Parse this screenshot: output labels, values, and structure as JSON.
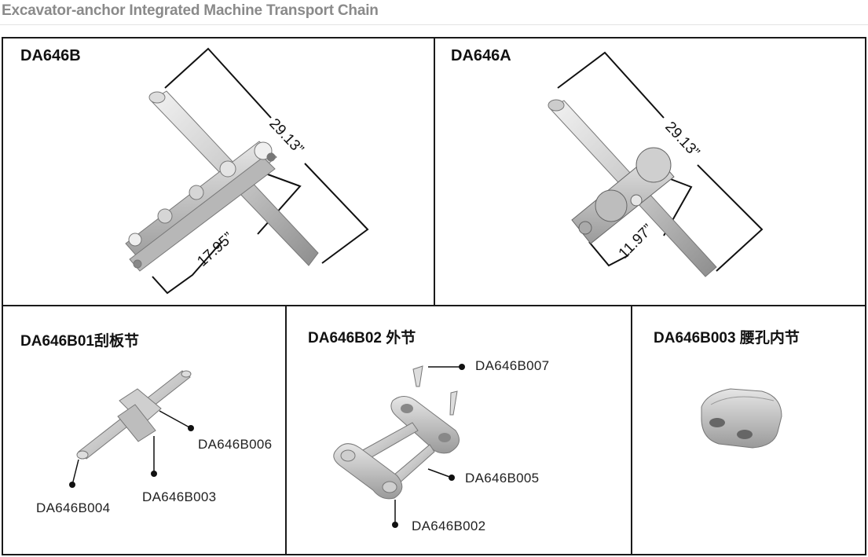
{
  "header": {
    "title": "Excavator-anchor Integrated Machine Transport Chain"
  },
  "panels": {
    "top_left": {
      "label": "DA646B",
      "dim_long": "29.13”",
      "dim_short": "17.95”"
    },
    "top_right": {
      "label": "DA646A",
      "dim_long": "29.13”",
      "dim_short": "11.97”"
    },
    "bottom_left": {
      "label": "DA646B01刮板节",
      "callouts": [
        "DA646B006",
        "DA646B003",
        "DA646B004"
      ]
    },
    "bottom_mid": {
      "label": "DA646B02 外节",
      "callouts": [
        "DA646B007",
        "DA646B005",
        "DA646B002"
      ]
    },
    "bottom_right": {
      "label": "DA646B003 腰孔内节"
    }
  }
}
